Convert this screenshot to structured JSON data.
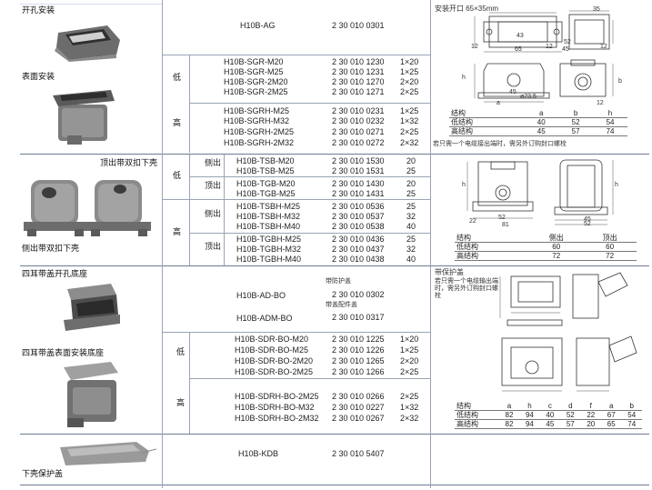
{
  "colors": {
    "grid": "#9aa3b6",
    "shade": "#d7deea",
    "drawing": "#333333"
  },
  "sections": {
    "s1": {
      "title": "开孔安装",
      "subtitle": "表面安装",
      "level_low": "低",
      "level_high": "高",
      "rows": [
        {
          "model": "H10B-AG",
          "code": "2 30 010 0301",
          "cable": ""
        },
        {
          "model": "H10B-SGR-M20",
          "code": "2 30 010 1230",
          "cable": "1×20"
        },
        {
          "model": "H10B-SGR-M25",
          "code": "2 30 010 1231",
          "cable": "1×25"
        },
        {
          "model": "H10B-SGR-2M20",
          "code": "2 30 010 1270",
          "cable": "2×20"
        },
        {
          "model": "H10B-SGR-2M25",
          "code": "2 30 010 1271",
          "cable": "2×25"
        },
        {
          "model": "H10B-SGRH-M25",
          "code": "2 30 010 0231",
          "cable": "1×25"
        },
        {
          "model": "H10B-SGRH-M32",
          "code": "2 30 010 0232",
          "cable": "1×32"
        },
        {
          "model": "H10B-SGRH-2M25",
          "code": "2 30 010 0271",
          "cable": "2×25"
        },
        {
          "model": "H10B-SGRH-2M32",
          "code": "2 30 010 0272",
          "cable": "2×32"
        }
      ],
      "drawing": {
        "caption": "安装开口 65×35mm",
        "dims_top": [
          "35",
          "12",
          "43",
          "52",
          "12",
          "65",
          "12",
          "45"
        ],
        "dims_mid": [
          "45",
          "ø23.5",
          "h",
          "a",
          "b",
          "12"
        ],
        "table_header": [
          "结构",
          "a",
          "b",
          "h"
        ],
        "table_rows": [
          [
            "低结构",
            "40",
            "52",
            "54"
          ],
          [
            "高结构",
            "45",
            "57",
            "74"
          ]
        ],
        "note": "若只需一个电缆接出端时，需另外订购封口螺栓"
      }
    },
    "s2": {
      "title": "顶出带双扣下壳",
      "subtitle": "侧出带双扣下壳",
      "level_low": "低",
      "level_high": "高",
      "side_label": "侧出",
      "top_label": "顶出",
      "rows": [
        {
          "model": "H10B-TSB-M20",
          "code": "2 30 010 1530",
          "cable": "20"
        },
        {
          "model": "H10B-TSB-M25",
          "code": "2 30 010 1531",
          "cable": "25"
        },
        {
          "model": "H10B-TGB-M20",
          "code": "2 30 010 1430",
          "cable": "20"
        },
        {
          "model": "H10B-TGB-M25",
          "code": "2 30 010 1431",
          "cable": "25"
        },
        {
          "model": "H10B-TSBH-M25",
          "code": "2 30 010 0536",
          "cable": "25"
        },
        {
          "model": "H10B-TSBH-M32",
          "code": "2 30 010 0537",
          "cable": "32"
        },
        {
          "model": "H10B-TSBH-M40",
          "code": "2 30 010 0538",
          "cable": "40"
        },
        {
          "model": "H10B-TGBH-M25",
          "code": "2 30 010 0436",
          "cable": "25"
        },
        {
          "model": "H10B-TGBH-M32",
          "code": "2 30 010 0437",
          "cable": "32"
        },
        {
          "model": "H10B-TGBH-M40",
          "code": "2 30 010 0438",
          "cable": "40"
        }
      ],
      "drawing": {
        "dims": [
          "h",
          "h",
          "52",
          "22",
          "81",
          "45",
          "52"
        ],
        "table_header": [
          "结构",
          "侧出",
          "顶出"
        ],
        "table_rows": [
          [
            "低结构",
            "60",
            "60"
          ],
          [
            "高结构",
            "72",
            "72"
          ]
        ]
      }
    },
    "s3": {
      "title": "四耳带盖开孔底座",
      "subtitle": "四耳带盖表面安装底座",
      "level_low": "低",
      "level_high": "高",
      "gasket_note": "带防护盖",
      "seal_note": "带盖配件盖",
      "rows": [
        {
          "model": "H10B-AD-BO",
          "code": "2 30 010 0302",
          "cable": ""
        },
        {
          "model": "H10B-ADM-BO",
          "code": "2 30 010 0317",
          "cable": ""
        },
        {
          "model": "H10B-SDR-BO-M20",
          "code": "2 30 010 1225",
          "cable": "1×20"
        },
        {
          "model": "H10B-SDR-BO-M25",
          "code": "2 30 010 1226",
          "cable": "1×25"
        },
        {
          "model": "H10B-SDR-BO-2M20",
          "code": "2 30 010 1265",
          "cable": "2×20"
        },
        {
          "model": "H10B-SDR-BO-2M25",
          "code": "2 30 010 1266",
          "cable": "2×25"
        },
        {
          "model": "H10B-SDRH-BO-2M25",
          "code": "2 30 010 0266",
          "cable": "2×25"
        },
        {
          "model": "H10B-SDRH-BO-M32",
          "code": "2 30 010 0227",
          "cable": "1×32"
        },
        {
          "model": "H10B-SDRH-BO-2M32",
          "code": "2 30 010 0267",
          "cable": "2×32"
        }
      ],
      "drawing": {
        "caption": "带保护盖",
        "note": "若只需一个电缆输出端时，需另外订购封口螺栓",
        "table_header": [
          "结构",
          "a",
          "h",
          "c",
          "d",
          "f",
          "a",
          "b"
        ],
        "table_rows": [
          [
            "低结构",
            "82",
            "94",
            "40",
            "52",
            "22",
            "67",
            "54"
          ],
          [
            "高结构",
            "82",
            "94",
            "45",
            "57",
            "20",
            "65",
            "74"
          ]
        ]
      }
    },
    "s4": {
      "title": "下壳保护盖",
      "rows": [
        {
          "model": "H10B-KDB",
          "code": "2 30 010 5407",
          "cable": ""
        }
      ]
    }
  }
}
